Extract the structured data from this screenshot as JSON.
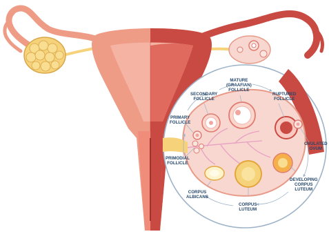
{
  "labels": {
    "secondary_follicle": [
      "SECONDARY",
      "FOLLICLE"
    ],
    "mature_follicle": [
      "MATURE",
      "(GRAAFIAN)",
      "FOLLICLE"
    ],
    "ruptured_follicle": [
      "RUPTURED",
      "FOLLICLE"
    ],
    "primary_follicle": [
      "PRIMARY",
      "FOLLICLE"
    ],
    "ovulated_ovum": [
      "OVULATED",
      "OVUM"
    ],
    "primordial_follicle": [
      "PRIMODIAL",
      "FOLLICLE"
    ],
    "developing_corpus_luteum": [
      "DEVELOPING",
      "CORPUS",
      "LUTEUM"
    ],
    "corpus_albicans": [
      "CORPUS",
      "ALBICANS"
    ],
    "corpus_luteum": [
      "CORPUS",
      "LUTEUM"
    ]
  },
  "colors": {
    "uterus_light": "#ef9c87",
    "uterus_dark": "#c94a42",
    "ovary_yellow": "#f6d27a",
    "ovary_cut": "#f7d7cf",
    "label_text": "#25476b",
    "cycle_arrow": "#9fb3c8"
  }
}
